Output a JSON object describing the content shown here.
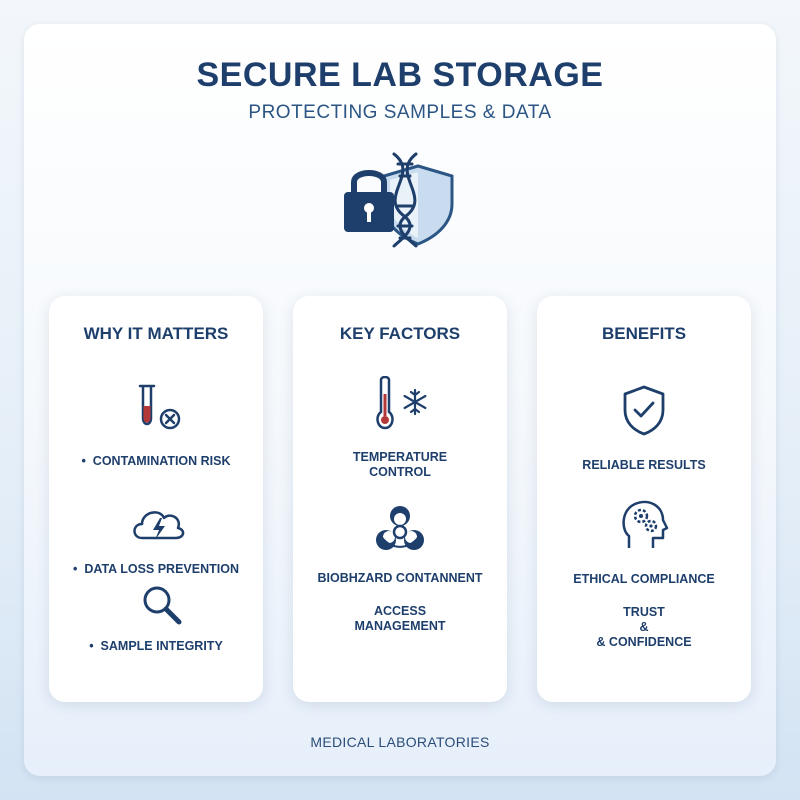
{
  "header": {
    "title": "SECURE LAB STORAGE",
    "subtitle": "PROTECTING SAMPLES & DATA"
  },
  "cards": [
    {
      "title": "WHY IT MATTERS",
      "items": [
        "CONTAMINATION RISK",
        "DATA LOSS PREVENTION",
        "SAMPLE INTEGRITY"
      ]
    },
    {
      "title": "KEY FACTORS",
      "items": [
        {
          "line1": "TEMPERATURE",
          "line2": "CONTROL"
        },
        "BIOBHZARD CONTANNENT",
        {
          "line1": "ACCESS",
          "line2": "MANAGEMENT"
        }
      ]
    },
    {
      "title": "BENEFITS",
      "items": [
        "RELIABLE RESULTS",
        "ETHICAL COMPLIANCE",
        {
          "line1": "TRUST",
          "line2": "&",
          "line3": "& CONFIDENCE"
        }
      ]
    }
  ],
  "footer": {
    "text": "MEDICAL LABORATORIES"
  },
  "icons": {
    "hero": [
      "padlock-icon",
      "dna-icon",
      "shield-icon"
    ],
    "why": [
      "test-tube-icon",
      "cloud-lightning-icon",
      "magnifier-icon"
    ],
    "factors": [
      "thermometer-icon",
      "snowflake-icon",
      "biohazard-icon"
    ],
    "benefits": [
      "shield-check-icon",
      "brain-gears-icon"
    ]
  },
  "colors": {
    "primary": "#1e3f6c",
    "accent": "#2b5584",
    "light": "#c9dcef"
  }
}
